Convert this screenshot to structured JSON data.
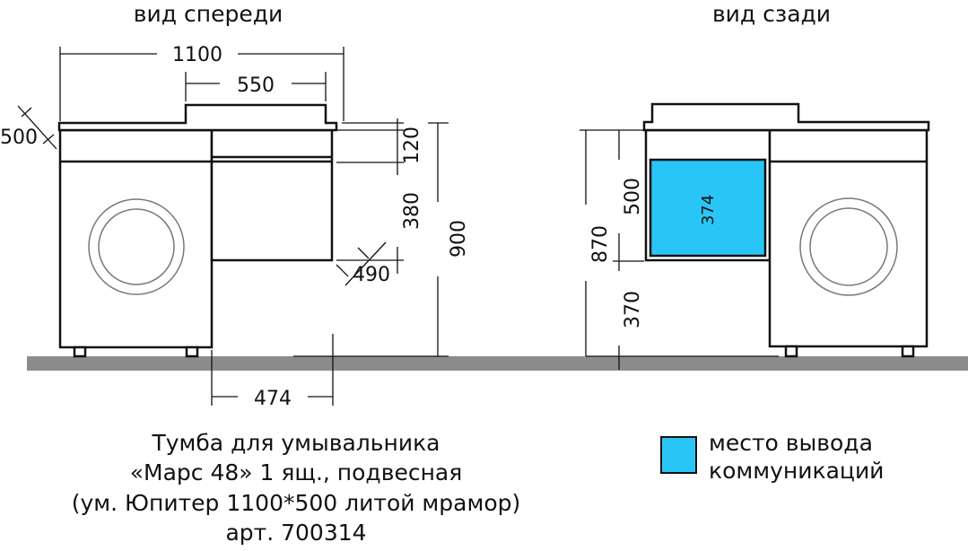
{
  "views": {
    "front_title": "вид спереди",
    "back_title": "вид сзади"
  },
  "front_dimensions": {
    "width_total": "1100",
    "sink_width": "550",
    "depth": "500",
    "top_panel": "120",
    "drawer": "380",
    "drawer_depth": "490",
    "height": "900",
    "cabinet_width": "474"
  },
  "back_dimensions": {
    "opening_height": "500",
    "cabinet_top_height": "870",
    "floor_gap": "370",
    "opening_width": "374"
  },
  "caption": {
    "line1": "Тумба для умывальника",
    "line2": "«Марс 48» 1 ящ., подвесная",
    "line3": "(ум. Юпитер 1100*500 литой мрамор)",
    "line4": "арт. 700314"
  },
  "legend": {
    "label_line1": "место вывода",
    "label_line2": "коммуникаций",
    "color": "#29c5f6"
  }
}
